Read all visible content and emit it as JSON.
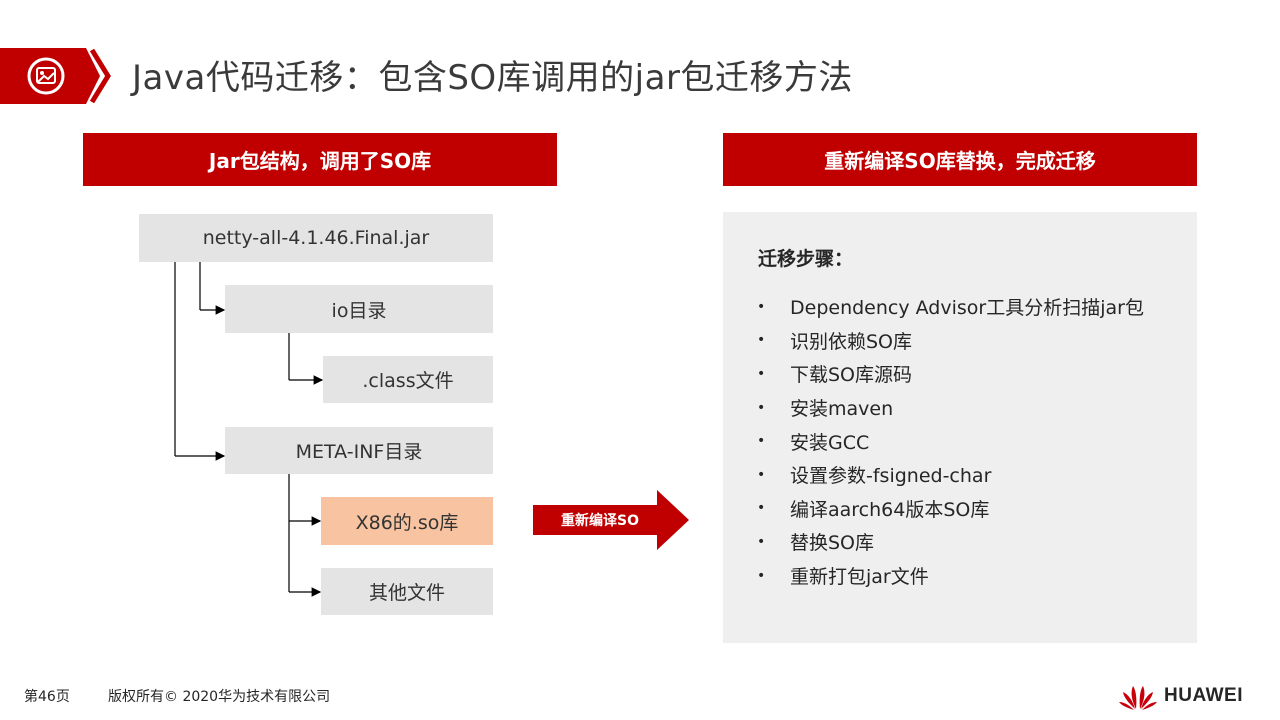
{
  "slide": {
    "title": "Java代码迁移：包含SO库调用的jar包迁移方法",
    "title_icon": "picture-icon",
    "accent_color": "#c00000"
  },
  "left": {
    "header": "Jar包结构，调用了SO库",
    "tree": {
      "root": "netty-all-4.1.46.Final.jar",
      "io_dir": "io目录",
      "class_files": ".class文件",
      "meta_inf": "META-INF目录",
      "x86_so": "X86的.so库",
      "other_files": "其他文件"
    },
    "highlight_color": "#f7c3a0"
  },
  "arrow_label": "重新编译SO",
  "right": {
    "header": "重新编译SO库替换，完成迁移",
    "steps_heading": "迁移步骤：",
    "steps": [
      "Dependency Advisor工具分析扫描jar包",
      "识别依赖SO库",
      "下载SO库源码",
      "安装maven",
      "安装GCC",
      "设置参数-fsigned-char",
      "编译aarch64版本SO库",
      "替换SO库",
      "重新打包jar文件"
    ],
    "bullet": "•"
  },
  "footer": {
    "page": "第46页",
    "copyright": "版权所有© 2020华为技术有限公司",
    "brand": "HUAWEI",
    "logo_icon": "huawei-petal-logo-icon"
  }
}
